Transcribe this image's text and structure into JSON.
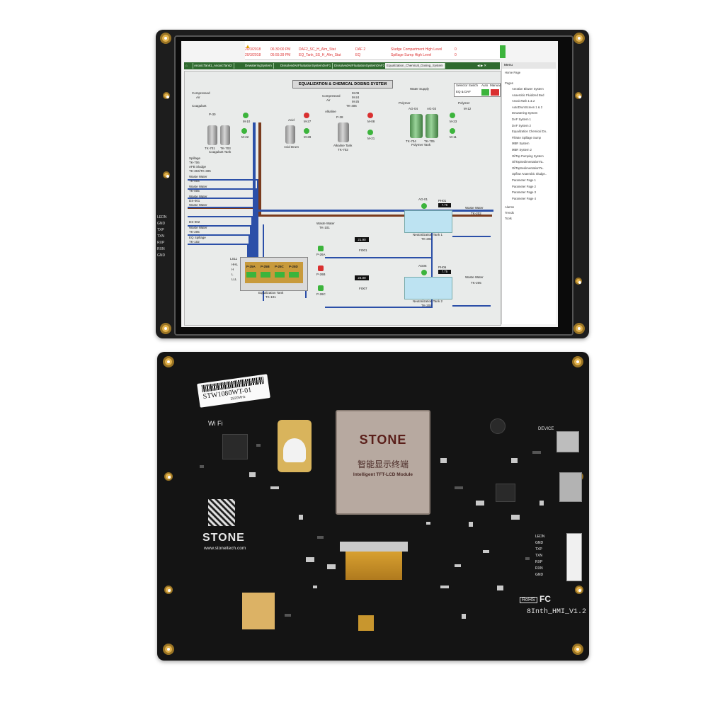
{
  "screen": {
    "title": "EQUALIZATION & CHEMICAL DOSING SYSTEM",
    "alarms": [
      {
        "date": "20/3/2018",
        "time": "06:30:00 PM",
        "tag": "DAF2_SC_H_Alm_Stat",
        "area": "DAF 2",
        "message": "Sludge Compartment High Level",
        "state": "0"
      },
      {
        "date": "20/3/2018",
        "time": "05:55:39 PM",
        "tag": "EQ_Tank_SS_H_Alm_Stat",
        "area": "EQ",
        "message": "Spillage Sump High Level",
        "state": "0"
      }
    ],
    "tabs": [
      "AnoxicTank1_AnoxicTank2",
      "DewateringSystem",
      "DissolvedAirFloatationSystemDAF1",
      "DissolvedAirFloatationSystemDAF2",
      "Equalization_Chemical_Dosing_System"
    ],
    "menu_label": "Menu",
    "home_page": "Home Page",
    "pages_label": "Pages",
    "pages": [
      "Aeration Blower System",
      "Anaerobic Fluidized Bed",
      "AnoxicTank 1 & 2",
      "AutoDrumScreen 1 & 2",
      "Dewatering System",
      "DAF System 1",
      "DAF System 2",
      "Equalization Chemical Do..",
      "Filtrate Spillage Sump",
      "MBR System",
      "MBR System 2",
      "OilTop Pumping System",
      "OilTopSedimentationTa..",
      "OilTopSedimentationTa..",
      "Upflow Anaerobic Sludge..",
      "Parameter Page 1",
      "Parameter Page 2",
      "Parameter Page 3",
      "Parameter Page 4"
    ],
    "other_menu": [
      "Alarms",
      "Trends",
      "Tools"
    ],
    "selector": {
      "header": "Selector Switch",
      "auto": "Auto",
      "manual": "Manual",
      "row": "EQ & DAF"
    },
    "labels": {
      "compressed_air_1": "Compressed",
      "air_1": "Air",
      "coagulant": "Coagulant",
      "p30": "P-30",
      "m10": "M-10",
      "m22": "M-22",
      "tk701": "TK-701",
      "tk703": "TK-703",
      "coagulant_tank": "Coagulant Tank",
      "acid": "Acid",
      "m27": "M-27",
      "m28": "M-28",
      "acid_drum": "Acid Drum",
      "compressed_air_2": "Compressed",
      "air_2": "Air",
      "m09": "M-09",
      "m24": "M-24",
      "m25": "M-25",
      "tk406": "TK-406",
      "alkaline": "Alkaline",
      "p28": "P-28",
      "m08": "M-08",
      "m21": "M-21",
      "alkaline_tank": "Alkaline Tank",
      "tk702": "TK-702",
      "water_supply": "Water Supply",
      "polymer_1": "Polymer",
      "polymer_2": "Polymer",
      "ag04": "AG-04",
      "ag03": "AG-03",
      "m12": "M-12",
      "m23": "M-23",
      "m11": "M-11",
      "tk704": "TK-704",
      "tk705": "TK-705",
      "polymer_tank": "Polymer Tank",
      "spillage": "Spillage",
      "tk706": "TK-706",
      "afb_sludge": "AFB Sludge",
      "tk304": "TK-304/TK-305",
      "waste_water": "Waste Water",
      "tk004": "TK-004",
      "tk005": "TK-005",
      "ds001": "DS-001",
      "ds002": "DS-002",
      "tk205": "TK-205",
      "eq_spillage": "EQ Spillage",
      "tk102": "TK-102",
      "tk101_wo": "TK-101",
      "ag01": "AG-01",
      "ph01": "PH01",
      "ph01_val": "7.76",
      "waste_water_out1": "Waste Water",
      "tk202": "TK-202",
      "neut_tank_1": "Neutralization Tank 1",
      "tk201": "TK-201",
      "flow1": "21.90",
      "fi001": "FI001",
      "flow2": "24.00",
      "fi007": "FI007",
      "p26a": "P-26A",
      "p26b": "P-26B",
      "p26c": "P-26C",
      "ag06": "AG06",
      "ph06": "PH06",
      "ph06_val": "7.75",
      "waste_water_out2": "Waste Water",
      "tk205b": "TK-205",
      "neut_tank_2": "Neutralization Tank 2",
      "tk204": "TK-204",
      "eq_tank": "Equalization Tank",
      "tk101": "TK-101",
      "p25a": "P-25A",
      "p25b": "P-25B",
      "p25c": "P-25C",
      "p25d": "P-25D",
      "lsl": "LS11",
      "hhl": "HHL",
      "hl": "H",
      "ll": "L",
      "lll": "LLL"
    }
  },
  "front_pins": [
    "LEDN",
    "GND",
    "TXP",
    "TXN",
    "RXP",
    "RXN",
    "GND"
  ],
  "back": {
    "sticker_model": "STW1080WT-01",
    "sticker_code": "2820MHz",
    "wifi": "Wi Fi",
    "brand": "STONE",
    "url": "www.stoneitech.com",
    "chip_brand": "STONE",
    "chip_cn": "智能显示终端",
    "chip_en": "Intelligent TFT-LCD Module",
    "device_label": "DEVICE",
    "board_name": "8Inth_HMI_V1.2",
    "rohs": "RoHS",
    "fc": "FC",
    "uart_pins": [
      "LEDN",
      "GND",
      "TXP",
      "TXN",
      "RXP",
      "RXN",
      "GND"
    ]
  },
  "colors": {
    "pcb": "#141414",
    "tab_green": "#2f6a2f",
    "pipe_blue": "#2b4fa8",
    "pipe_brown": "#7a3b1e",
    "valve_green": "#3cb43c",
    "valve_red": "#d93030",
    "gold": "#d4a84a"
  }
}
